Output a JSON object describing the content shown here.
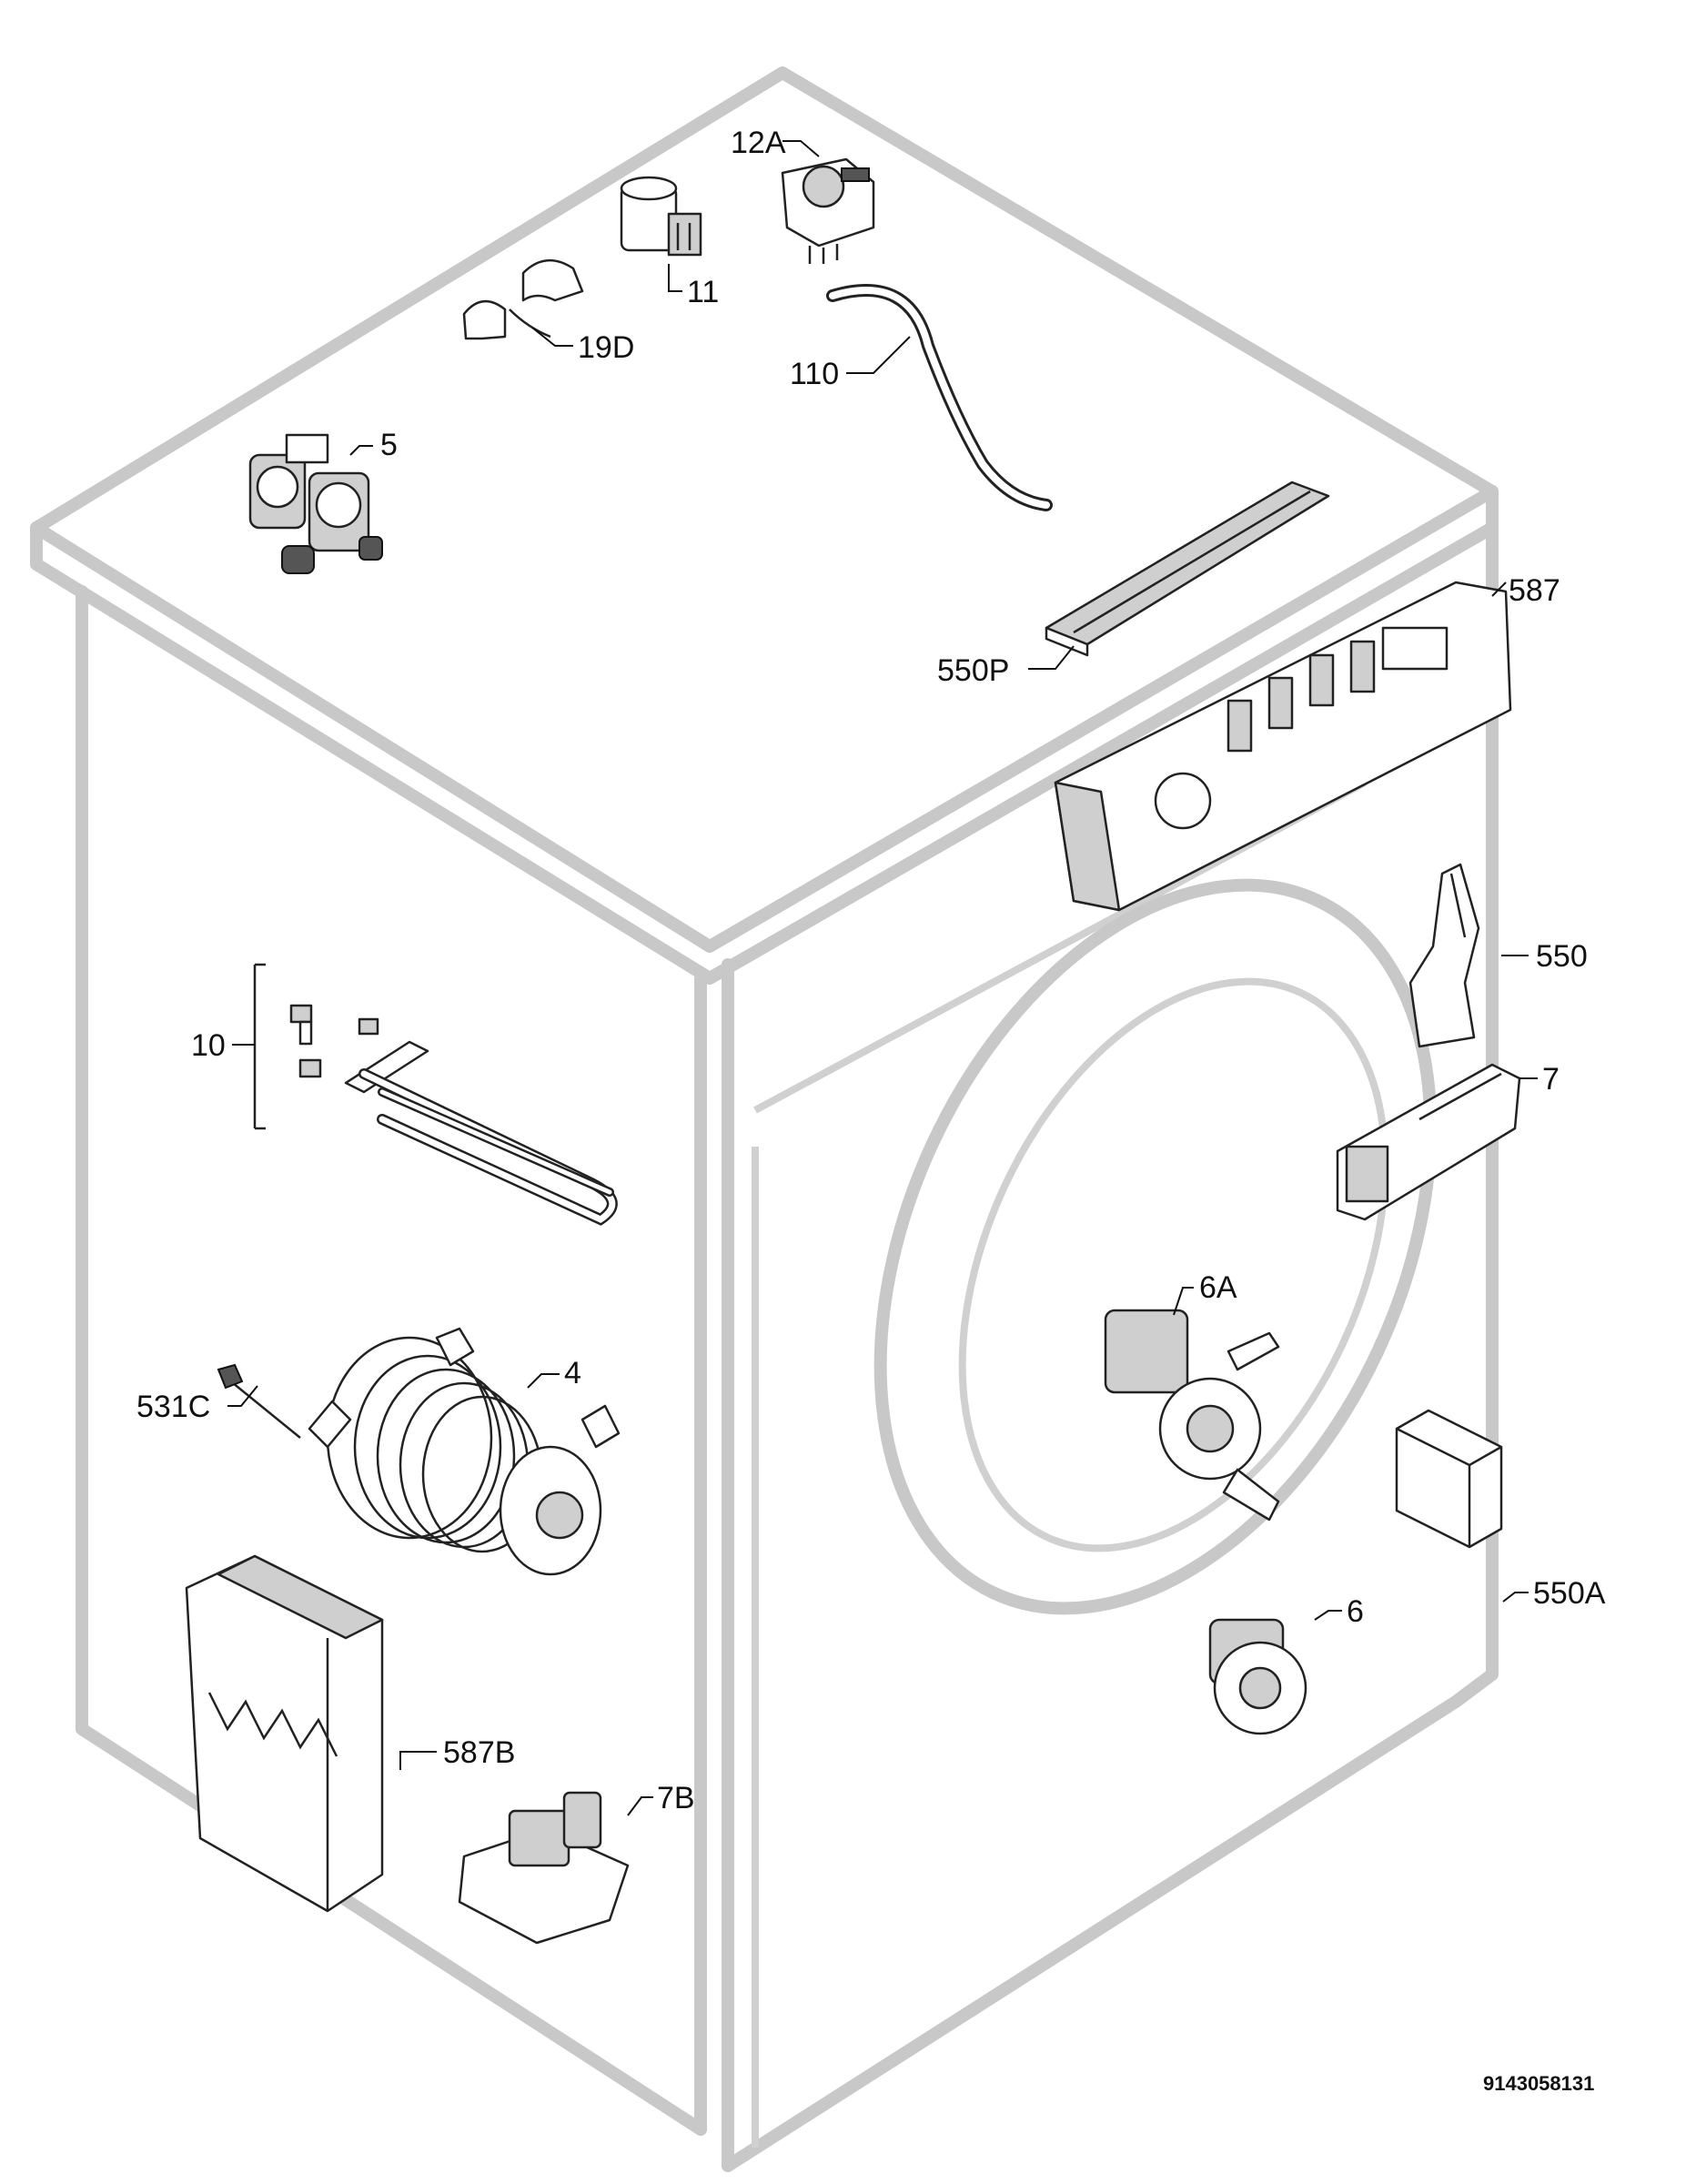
{
  "labels": {
    "p12A": "12A",
    "p11": "11",
    "p19D": "19D",
    "p110": "110",
    "p5": "5",
    "p587": "587",
    "p550P": "550P",
    "p550": "550",
    "p10": "10",
    "p7": "7",
    "p6A": "6A",
    "p4": "4",
    "p531C": "531C",
    "p550A": "550A",
    "p6": "6",
    "p587B": "587B",
    "p7B": "7B"
  },
  "document_number": "9143058131"
}
